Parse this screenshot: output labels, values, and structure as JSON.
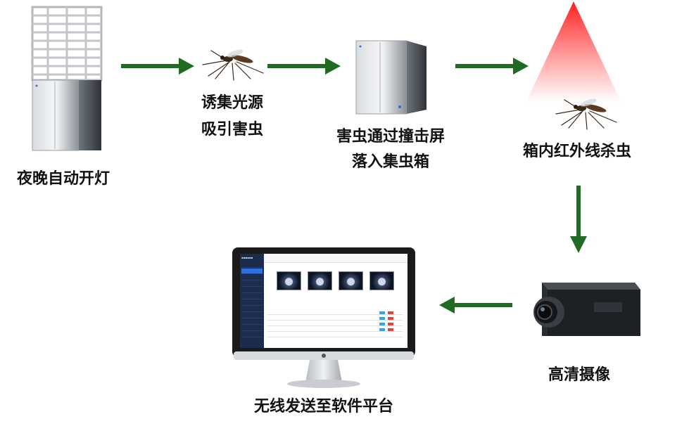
{
  "steps": {
    "night_light": "夜晚自动开灯",
    "lure_1": "诱集光源",
    "lure_2": "吸引害虫",
    "fall_1": "害虫通过撞击屏",
    "fall_2": "落入集虫箱",
    "kill": "箱内红外线杀虫",
    "camera": "高清摄像",
    "upload": "无线发送至软件平台"
  },
  "colors": {
    "arrow": "#1f6b24",
    "infrared": "#ff2a2a",
    "steel": "#9aa0a6",
    "screen_nav": "#1c2c4c",
    "button_blue": "#2fa6e8",
    "button_red": "#e8413a"
  },
  "icons": [
    "trap-device-icon",
    "mosquito-icon",
    "collection-box-icon",
    "infrared-beam-icon",
    "hd-camera-icon",
    "monitor-icon"
  ]
}
